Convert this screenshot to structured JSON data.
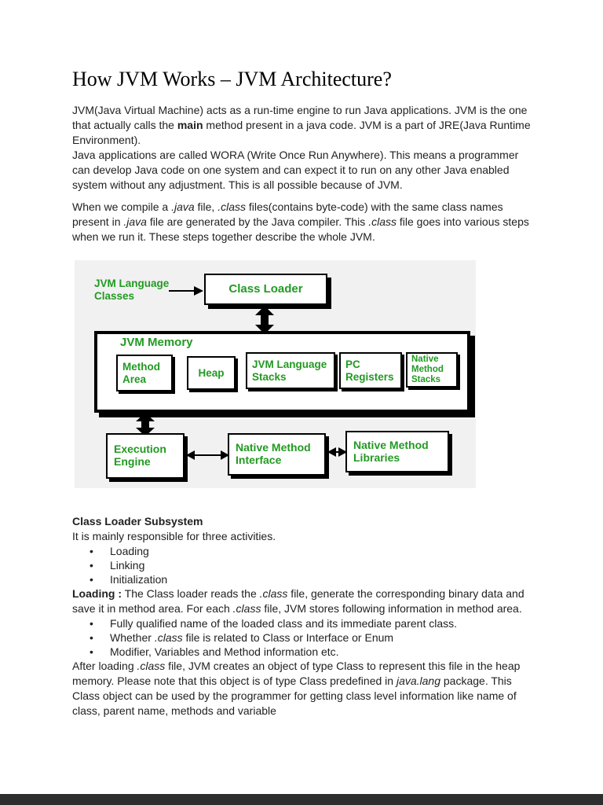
{
  "doc": {
    "title": "How JVM Works – JVM Architecture?",
    "p1a": [
      "JVM(Java Virtual Machine) acts as a run-time engine to run Java applications. JVM is the one that actually calls the ",
      "main",
      " method present in a java code. JVM is a part of JRE(Java Runtime Environment)."
    ],
    "p1b": "Java applications are called WORA (Write Once Run Anywhere). This means a programmer can develop Java code on one system and can expect it to run on any other Java enabled system without any adjustment. This is all possible because of JVM.",
    "p2": [
      "When we compile a ",
      ".java",
      " file, ",
      ".class",
      " files(contains byte-code) with the same class names present in ",
      ".java",
      " file are generated by the Java compiler. This ",
      ".class",
      " file goes into various steps when we run it. These steps together describe the whole JVM."
    ],
    "section": {
      "heading": "Class Loader Subsystem",
      "intro": "It is mainly responsible for three activities.",
      "activities": [
        "Loading",
        "Linking",
        "Initialization"
      ]
    },
    "loading": {
      "label": "Loading :",
      "text": [
        "The Class loader reads the ",
        ".class",
        " file, generate the corresponding binary data and save it in method area. For each ",
        ".class",
        " file, JVM stores following information in method area."
      ],
      "b1": "Fully qualified name of the loaded class and its immediate parent class.",
      "b2": [
        "Whether ",
        ".class",
        " file is related to Class or Interface or Enum"
      ],
      "b3": "Modifier, Variables and Method information etc.",
      "after": [
        "After loading ",
        ".class",
        " file, JVM creates an object of type Class to represent this file in the heap memory. Please note that this object is of type Class predefined in ",
        "java.lang",
        " package. This Class object can be used by the programmer for getting class level information like name of class, parent name, methods and variable"
      ]
    }
  },
  "diagram": {
    "classes_label": "JVM Language Classes",
    "class_loader": "Class Loader",
    "jvm_memory": "JVM Memory",
    "method_area": "Method Area",
    "heap": "Heap",
    "jvm_language_stacks": "JVM Language Stacks",
    "pc_registers": "PC Registers",
    "native_method_stacks": "Native Method Stacks",
    "execution_engine": "Execution Engine",
    "native_method_interface": "Native Method Interface",
    "native_method_libraries": "Native Method Libraries"
  },
  "colors": {
    "diagram_green": "#229a22",
    "diagram_background": "#f1f1f1",
    "box_border": "#000000",
    "bottom_bar": "#2e2e2e"
  }
}
